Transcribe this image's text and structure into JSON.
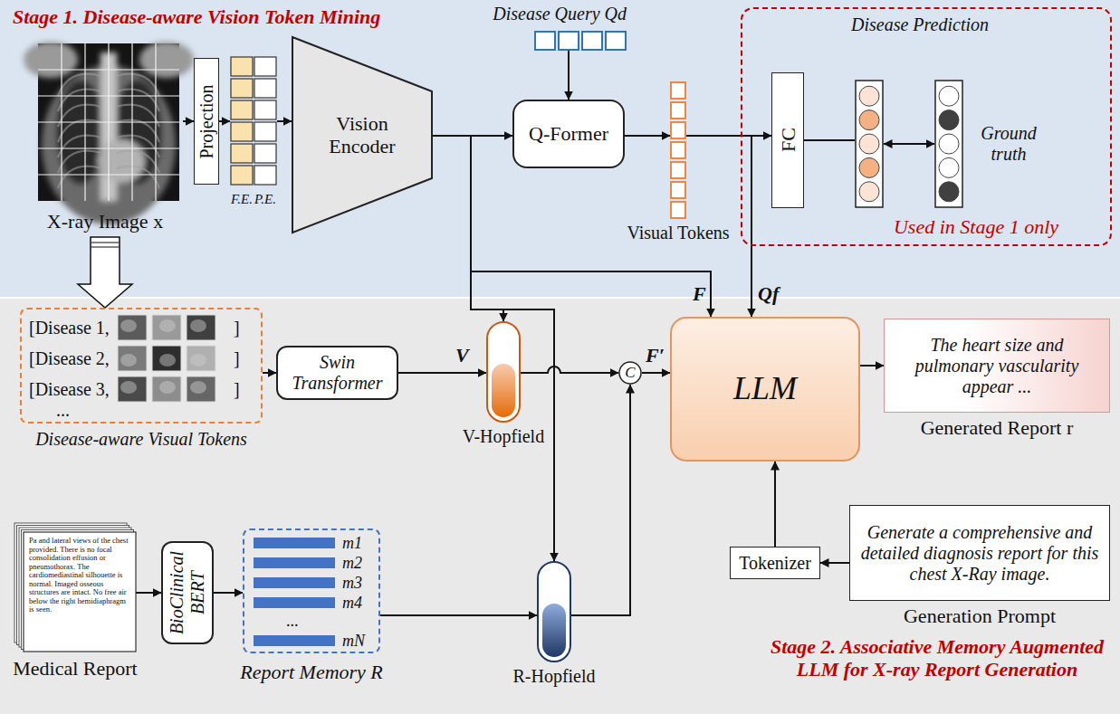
{
  "diagram": {
    "nodes": [
      {
        "text": [
          "Stage 1. Disease-aware Vision Token Mining"
        ]
      },
      {
        "text": [
          "X-ray Image x"
        ],
        "in": 0
      },
      {
        "text": [
          "Projection"
        ],
        "in": 0
      },
      {
        "text": [
          "F.E.",
          "P.E."
        ],
        "in": 0
      },
      {
        "text": [
          "Vision Encoder"
        ],
        "in": 0
      },
      {
        "text": [
          "Disease Query Qd"
        ],
        "in": 0
      },
      {
        "text": [
          "Q-Former"
        ],
        "in": 0
      },
      {
        "text": [
          "Visual Tokens"
        ],
        "in": 0
      },
      {
        "text": [
          "Used in Stage 1 only"
        ],
        "in": 0
      },
      {
        "text": [
          "FC"
        ],
        "in": 8
      },
      {
        "text": [
          "Disease Prediction"
        ],
        "in": 8
      },
      {
        "text": [
          "Ground truth"
        ],
        "in": 8
      },
      {
        "text": [
          "Stage 2. Associative Memory Augmented LLM for X-ray Report Generation"
        ]
      },
      {
        "text": [
          "[Disease 1,",
          "]",
          "[Disease 2,",
          "]",
          "[Disease 3,",
          "]",
          "...",
          "Disease-aware Visual Tokens"
        ],
        "in": 12
      },
      {
        "text": [
          "Swin Transformer"
        ],
        "in": 12
      },
      {
        "text": [
          "V-Hopfield"
        ],
        "in": 12
      },
      {
        "text": [
          "C"
        ],
        "in": 12
      },
      {
        "text": [
          "LLM"
        ],
        "in": 12
      },
      {
        "text": [
          "The heart size and pulmonary vascularity appear ...",
          "Generated Report r"
        ],
        "in": 12
      },
      {
        "text": [
          "Pa and lateral views of the chest provided. There is no focal consolidation effusion or pneumothorax. The cardiomediastinal silhouette is normal. Imaged osseous structures are intact. No free air below the right hemidiaphragm is seen.",
          "Medical Report"
        ],
        "in": 12
      },
      {
        "text": [
          "BioClinical BERT"
        ],
        "in": 12
      },
      {
        "text": [
          "m1",
          "m2",
          "m3",
          "m4",
          "...",
          "mN",
          "Report Memory R"
        ],
        "in": 12
      },
      {
        "text": [
          "R-Hopfield"
        ],
        "in": 12
      },
      {
        "text": [
          "Tokenizer"
        ],
        "in": 12
      },
      {
        "text": [
          "Generate a comprehensive and detailed diagnosis report for this chest X-Ray image.",
          "Generation Prompt"
        ],
        "in": 12
      }
    ],
    "edges": [
      {
        "from": 1,
        "to": 2,
        "arrow": "to"
      },
      {
        "from": 2,
        "to": 3,
        "arrow": "to"
      },
      {
        "from": 3,
        "to": 4,
        "arrow": "to"
      },
      {
        "from": 4,
        "to": 6,
        "arrow": "to"
      },
      {
        "from": 5,
        "to": 6,
        "arrow": "to"
      },
      {
        "from": 6,
        "to": 7,
        "arrow": "to"
      },
      {
        "from": 7,
        "to": 9,
        "arrow": "to"
      },
      {
        "from": 9,
        "to": 10,
        "arrow": "none"
      },
      {
        "from": 10,
        "to": 11,
        "arrow": "both"
      },
      {
        "from": 1,
        "to": 13,
        "arrow": "to"
      },
      {
        "from": 13,
        "to": 14,
        "arrow": "to"
      },
      {
        "from": 14,
        "to": 15,
        "label": "V",
        "arrow": "to"
      },
      {
        "from": 4,
        "to": 15,
        "arrow": "to"
      },
      {
        "from": 4,
        "to": 22,
        "arrow": "to"
      },
      {
        "from": 4,
        "to": 17,
        "label": "F",
        "arrow": "to"
      },
      {
        "from": 7,
        "to": 17,
        "label": "Qf",
        "arrow": "to"
      },
      {
        "from": 15,
        "to": 16,
        "arrow": "to"
      },
      {
        "from": 22,
        "to": 16,
        "arrow": "to"
      },
      {
        "from": 16,
        "to": 17,
        "label": "F′",
        "arrow": "to"
      },
      {
        "from": 17,
        "to": 18,
        "arrow": "to"
      },
      {
        "from": 19,
        "to": 20,
        "arrow": "to"
      },
      {
        "from": 20,
        "to": 21,
        "arrow": "to"
      },
      {
        "from": 21,
        "to": 22,
        "arrow": "to"
      },
      {
        "from": 24,
        "to": 23,
        "arrow": "to"
      },
      {
        "from": 23,
        "to": 17,
        "arrow": "to"
      }
    ]
  }
}
